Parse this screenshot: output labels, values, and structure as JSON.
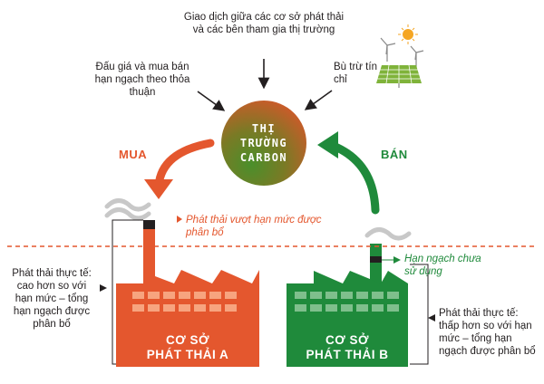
{
  "top_text": "Giao dịch giữa các cơ sở phát thải và các bên tham gia thị trường",
  "left_text": "Đấu giá và mua bán hạn ngạch theo thỏa thuận",
  "right_text": "Bù trừ tín chỉ",
  "center": {
    "line1": "THỊ",
    "line2": "TRƯỜNG",
    "line3": "CARBON"
  },
  "buy_label": "MUA",
  "sell_label": "BÁN",
  "excess_note": "Phát thải vượt hạn mức được phân bổ",
  "unused_note": "Hạn ngạch chưa sử dụng",
  "left_desc": "Phát thải thực tế: cao hơn so với hạn mức – tổng hạn ngạch được phân bổ",
  "right_desc": "Phát thải thực tế: thấp hơn so với hạn mức – tổng hạn ngạch được phân bổ",
  "factory_a": {
    "line1": "CƠ SỞ",
    "line2": "PHÁT THẢI A"
  },
  "factory_b": {
    "line1": "CƠ SỞ",
    "line2": "PHÁT THẢI B"
  },
  "colors": {
    "orange": "#e4572e",
    "green": "#1f8a3b",
    "dark": "#231f20"
  },
  "icons": [
    "solar-panel-icon",
    "wind-turbine-icon",
    "sun-icon",
    "smoke-icon"
  ]
}
